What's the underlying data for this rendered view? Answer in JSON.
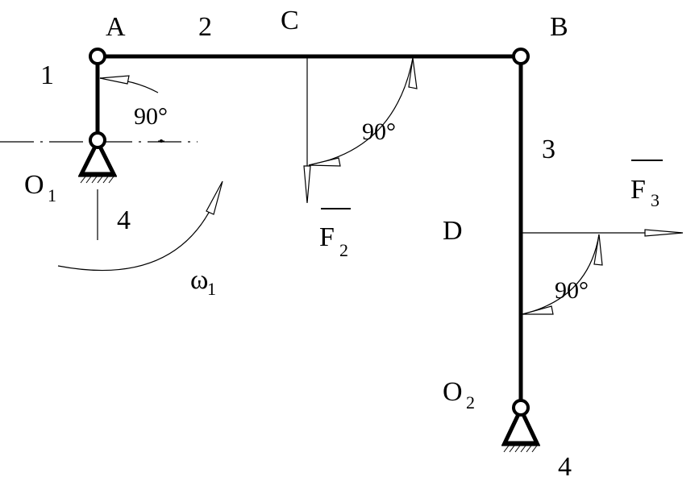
{
  "labels": {
    "point_a": "A",
    "point_b": "B",
    "point_c": "C",
    "point_d": "D",
    "link_1": "1",
    "link_2": "2",
    "link_3": "3",
    "ground_left": "4",
    "ground_right": "4",
    "pivot_o1_base": "O",
    "pivot_o1_sub": "1",
    "pivot_o2_base": "O",
    "pivot_o2_sub": "2",
    "force_f2_base": "F",
    "force_f2_sub": "2",
    "force_f3_base": "F",
    "force_f3_sub": "3",
    "omega_base": "ω",
    "omega_sub": "1",
    "angle_a": "90°",
    "angle_c": "90°",
    "angle_d": "90°"
  }
}
